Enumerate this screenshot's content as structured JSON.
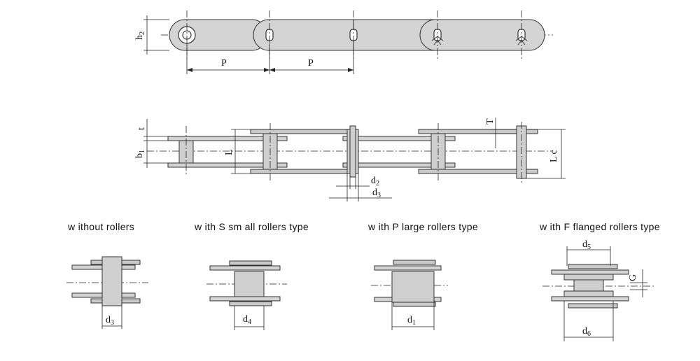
{
  "top_view": {
    "h2_main": "h",
    "h2_sub": "2",
    "pitch_label_1": "P",
    "pitch_label_2": "P"
  },
  "side_view": {
    "t_label": "t",
    "b1_main": "b",
    "b1_sub": "1",
    "L_label": "L",
    "T_label": "T",
    "Lc_label": "L c",
    "d2_main": "d",
    "d2_sub": "2",
    "d3_main": "d",
    "d3_sub": "3"
  },
  "variants": [
    {
      "caption": "w ithout rollers",
      "dim_main": "d",
      "dim_sub": "3"
    },
    {
      "caption": "w ith S  sm all  rollers type",
      "dim_main": "d",
      "dim_sub": "4"
    },
    {
      "caption": "w ith P  large rollers type",
      "dim_main": "d",
      "dim_sub": "1"
    },
    {
      "caption": "w ith F  flanged rollers type",
      "dim_main": "d",
      "dim_sub": "6",
      "top_main": "d",
      "top_sub": "5",
      "g_label": "G"
    }
  ]
}
